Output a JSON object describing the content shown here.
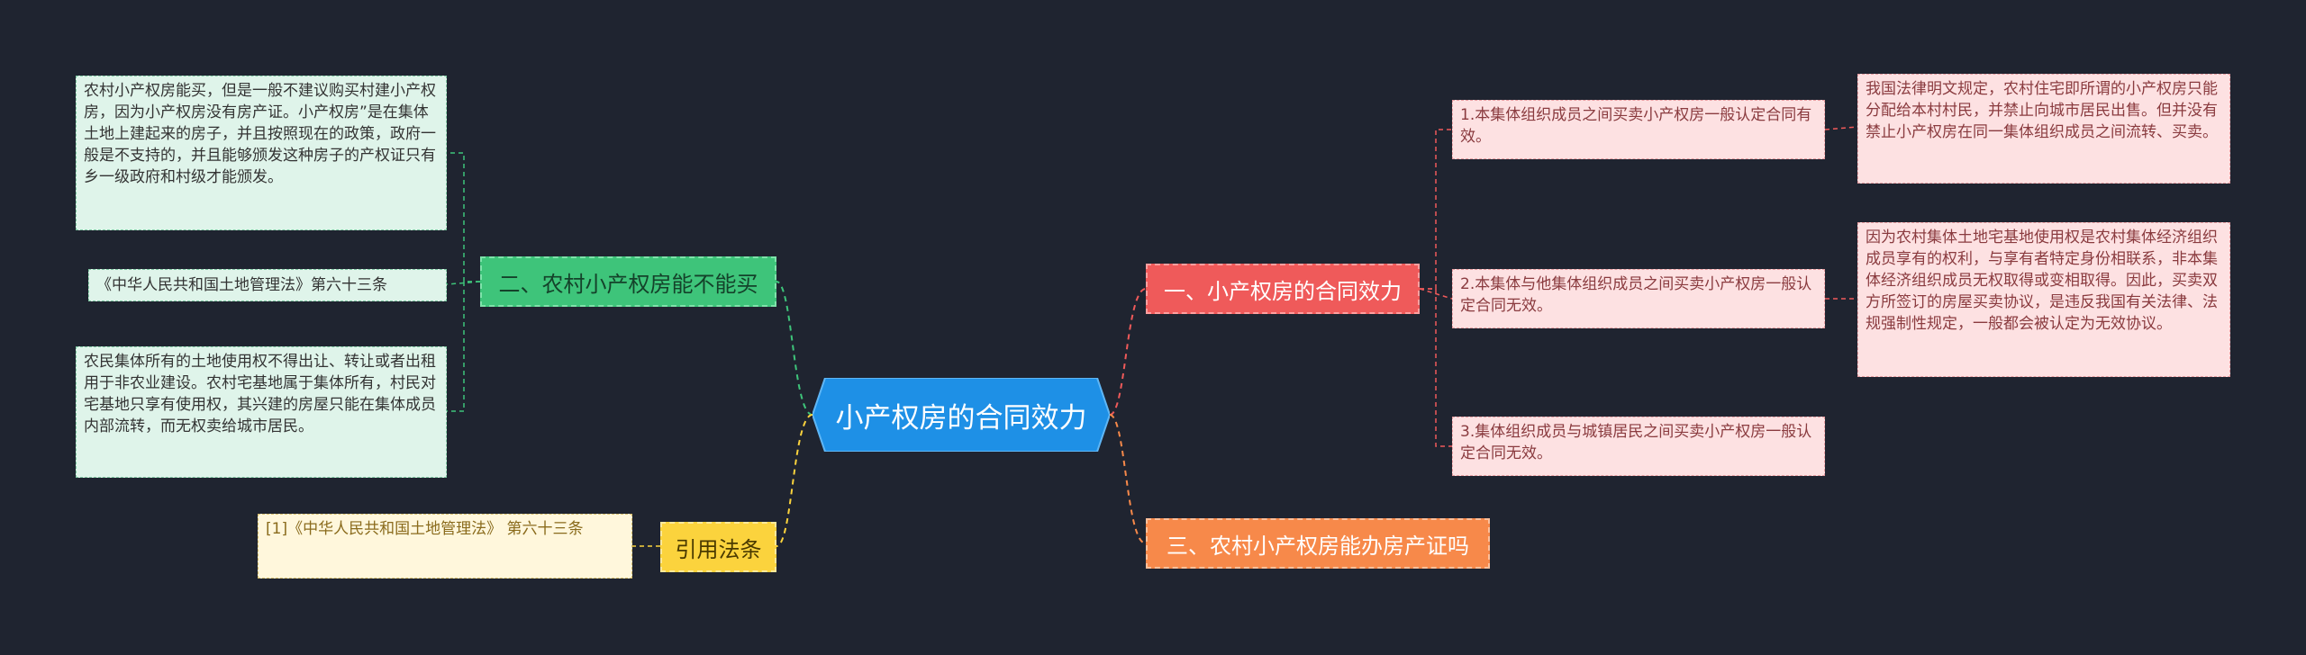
{
  "root": {
    "label": "小产权房的合同效力",
    "color": "#1e90e6"
  },
  "branches": {
    "cannot_buy": {
      "label": "二、农村小产权房能不能买",
      "items": [
        "农村小产权房能买，但是一般不建议购买村建小产权房，因为小产权房没有房产证。小产权房”是在集体土地上建起来的房子，并且按照现在的政策，政府一般是不支持的，并且能够颁发这种房子的产权证只有乡一级政府和村级才能颁发。",
        "《中华人民共和国土地管理法》第六十三条",
        "农民集体所有的土地使用权不得出让、转让或者出租用于非农业建设。农村宅基地属于集体所有，村民对宅基地只享有使用权，其兴建的房屋只能在集体成员内部流转，而无权卖给城市居民。"
      ]
    },
    "citation": {
      "label": "引用法条",
      "items": [
        "[1]《中华人民共和国土地管理法》 第六十三条"
      ]
    },
    "effect": {
      "label": "一、小产权房的合同效力",
      "items": [
        {
          "text": "1.本集体组织成员之间买卖小产权房一般认定合同有效。",
          "detail": "我国法律明文规定，农村住宅即所谓的小产权房只能分配给本村村民，并禁止向城市居民出售。但并没有禁止小产权房在同一集体组织成员之间流转、买卖。"
        },
        {
          "text": "2.本集体与他集体组织成员之间买卖小产权房一般认定合同无效。",
          "detail": "因为农村集体土地宅基地使用权是农村集体经济组织成员享有的权利，与享有者特定身份相联系，非本集体经济组织成员无权取得或变相取得。因此，买卖双方所签订的房屋买卖协议，是违反我国有关法律、法规强制性规定，一般都会被认定为无效协议。"
        },
        {
          "text": "3.集体组织成员与城镇居民之间买卖小产权房一般认定合同无效。"
        }
      ]
    },
    "certificate": {
      "label": "三、农村小产权房能办房产证吗"
    }
  }
}
